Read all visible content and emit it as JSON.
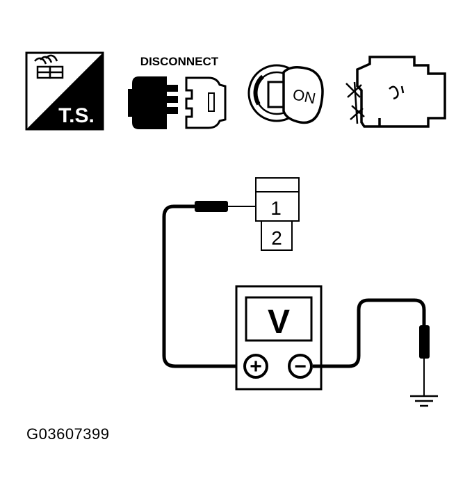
{
  "icons": {
    "ts_label": "T.S.",
    "disconnect_label": "DISCONNECT",
    "ignition_label": "ON"
  },
  "connector": {
    "pins": [
      "1",
      "2"
    ]
  },
  "meter": {
    "symbol": "V",
    "positive_terminal": "+",
    "negative_terminal": "−"
  },
  "figure_code": "G03607399",
  "colors": {
    "ink": "#000000",
    "paper": "#ffffff"
  }
}
